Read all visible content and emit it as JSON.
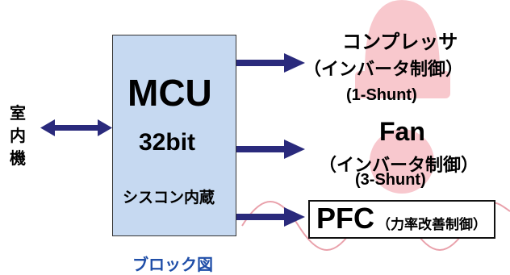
{
  "left_label": [
    "室",
    "内",
    "機"
  ],
  "mcu": {
    "title": "MCU",
    "bits": "32bit",
    "feature": "シスコン内蔵"
  },
  "outputs": {
    "compressor": {
      "title": "コンプレッサ",
      "control": "（インバータ制御）",
      "shunt": "(1-Shunt)"
    },
    "fan": {
      "title": "Fan",
      "control": "（インバータ制御）",
      "shunt": "(3-Shunt)"
    },
    "pfc": {
      "title": "PFC",
      "control": "（力率改善制御）"
    }
  },
  "caption": "ブロック図",
  "colors": {
    "arrow": "#2a2a7c",
    "mcu_fill": "#c6d9f1",
    "caption": "#1f4ea8",
    "decoration": "#f3b0b8",
    "wave": "#e48a96"
  }
}
